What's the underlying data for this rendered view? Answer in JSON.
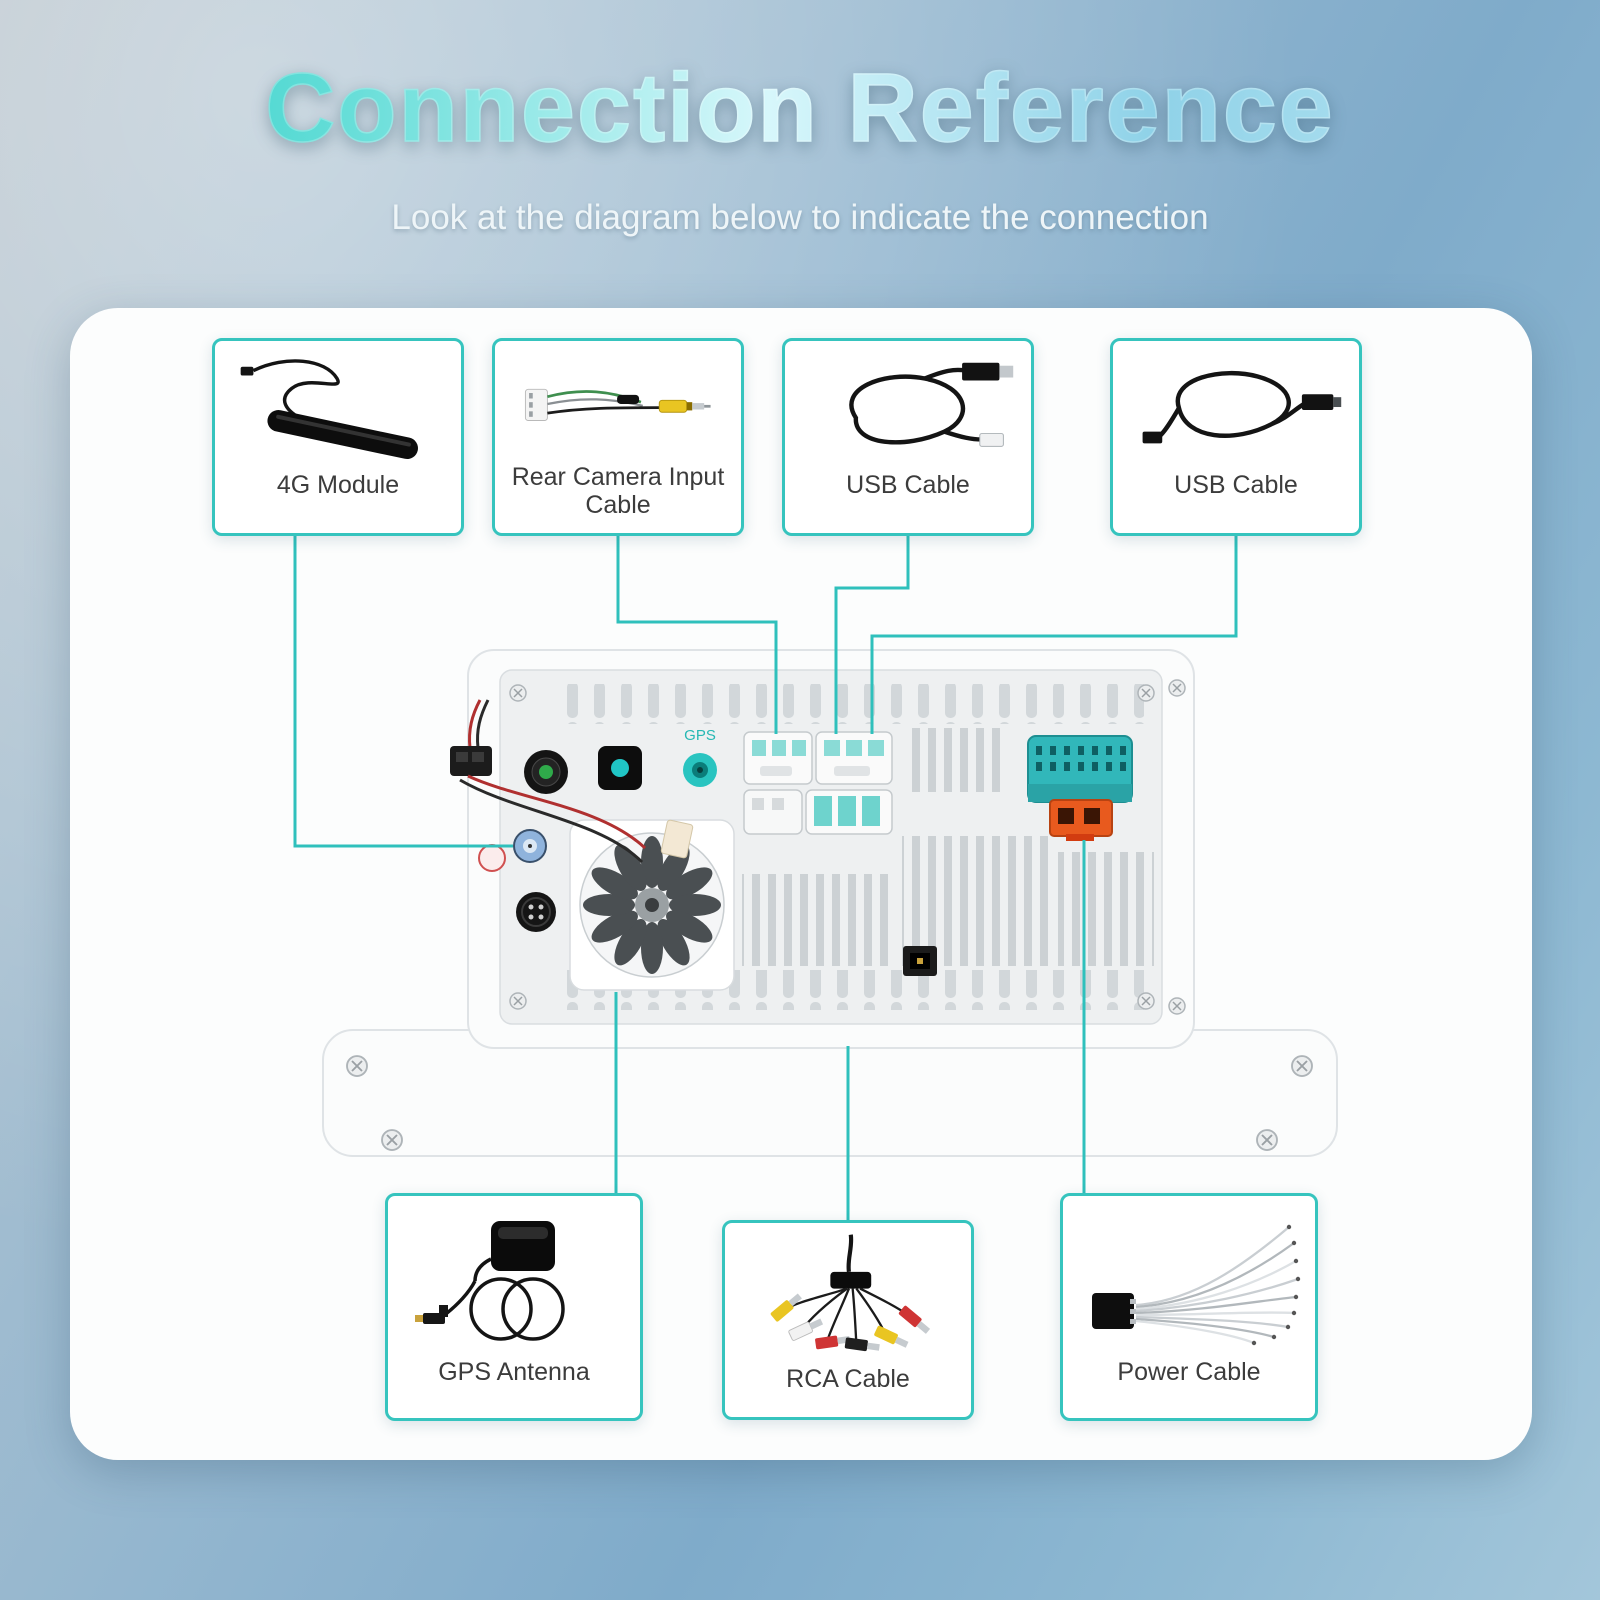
{
  "title": "Connection Reference",
  "subtitle": "Look at the diagram below to indicate the connection",
  "components": {
    "top": [
      {
        "label": "4G Module",
        "icon": "4g-antenna-icon"
      },
      {
        "label": "Rear Camera Input Cable",
        "icon": "rear-camera-cable-icon"
      },
      {
        "label": "USB Cable",
        "icon": "usb-cable-icon"
      },
      {
        "label": "USB Cable",
        "icon": "usb-cable-icon"
      }
    ],
    "bottom": [
      {
        "label": "GPS Antenna",
        "icon": "gps-antenna-icon"
      },
      {
        "label": "RCA Cable",
        "icon": "rca-cable-icon"
      },
      {
        "label": "Power Cable",
        "icon": "power-cable-icon"
      }
    ]
  },
  "head_unit": {
    "gps_port_label": "GPS"
  },
  "colors": {
    "accent": "#36c4be",
    "connection_line": "#2fc0bc",
    "panel": "#fcfdfd",
    "power_connector": "#31b7ba",
    "power_plug": "#e85a1e",
    "title_gradient_start": "#25cdc5",
    "title_gradient_end": "#c2e9f5"
  }
}
